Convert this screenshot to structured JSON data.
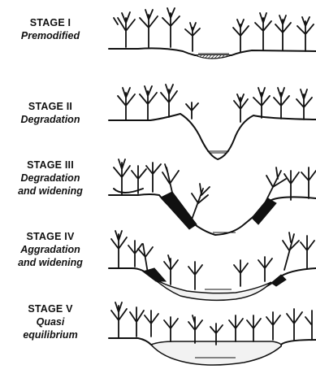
{
  "stages": [
    {
      "number": "STAGE I",
      "description": [
        "Premodified"
      ]
    },
    {
      "number": "STAGE II",
      "description": [
        "Degradation"
      ]
    },
    {
      "number": "STAGE III",
      "description": [
        "Degradation",
        "and widening"
      ]
    },
    {
      "number": "STAGE IV",
      "description": [
        "Aggradation",
        "and widening"
      ]
    },
    {
      "number": "STAGE V",
      "description": [
        "Quasi",
        "equilibrium"
      ]
    }
  ]
}
